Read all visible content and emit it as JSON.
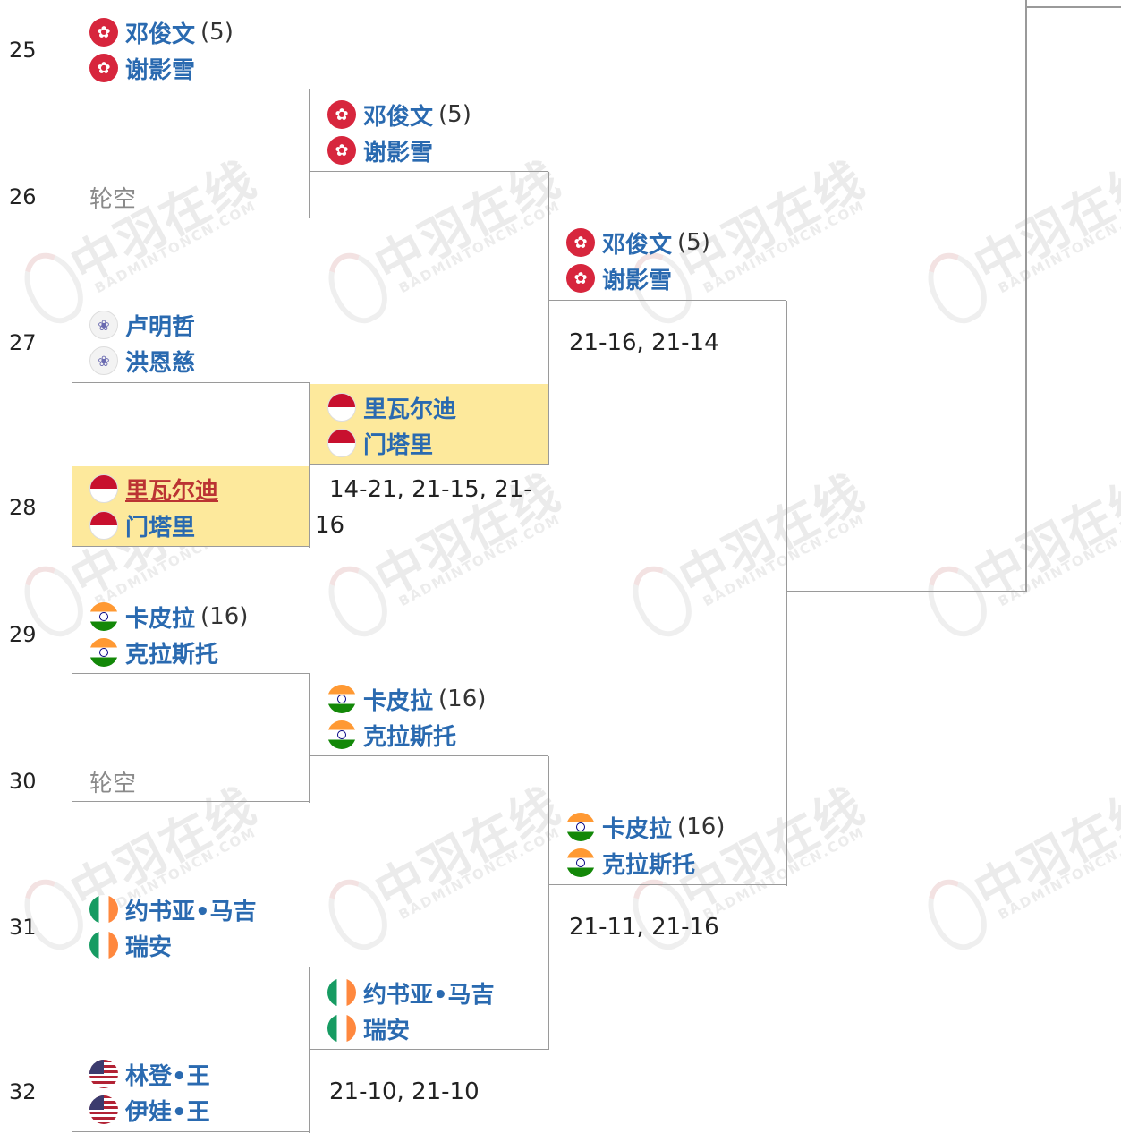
{
  "seeds": [
    "25",
    "26",
    "27",
    "28",
    "29",
    "30",
    "31",
    "32"
  ],
  "bye_label": "轮空",
  "round1": {
    "m25": {
      "p1": {
        "name": "邓俊文",
        "seed": "(5)",
        "flag": "hong-kong-flag-icon"
      },
      "p2": {
        "name": "谢影雪",
        "flag": "hong-kong-flag-icon"
      }
    },
    "m27": {
      "p1": {
        "name": "卢明哲",
        "flag": "chinese-taipei-flag-icon"
      },
      "p2": {
        "name": "洪恩慈",
        "flag": "chinese-taipei-flag-icon"
      }
    },
    "m28": {
      "p1": {
        "name": "里瓦尔迪",
        "flag": "indonesia-flag-icon"
      },
      "p2": {
        "name": "门塔里",
        "flag": "indonesia-flag-icon"
      }
    },
    "m29": {
      "p1": {
        "name": "卡皮拉",
        "seed": "(16)",
        "flag": "india-flag-icon"
      },
      "p2": {
        "name": "克拉斯托",
        "flag": "india-flag-icon"
      }
    },
    "m31": {
      "p1": {
        "name": "约书亚•马吉",
        "flag": "ireland-flag-icon"
      },
      "p2": {
        "name": "瑞安",
        "flag": "ireland-flag-icon"
      }
    },
    "m32": {
      "p1": {
        "name": "林登•王",
        "flag": "usa-flag-icon"
      },
      "p2": {
        "name": "伊娃•王",
        "flag": "usa-flag-icon"
      }
    }
  },
  "round2": {
    "a": {
      "p1": {
        "name": "邓俊文",
        "seed": "(5)"
      },
      "p2": {
        "name": "谢影雪"
      }
    },
    "b": {
      "p1": {
        "name": "里瓦尔迪"
      },
      "p2": {
        "name": "门塔里"
      },
      "score_line1": "14-21, 21-15, 21-",
      "score_line2": "16"
    },
    "c": {
      "p1": {
        "name": "卡皮拉",
        "seed": "(16)"
      },
      "p2": {
        "name": "克拉斯托"
      }
    },
    "d": {
      "p1": {
        "name": "约书亚•马吉"
      },
      "p2": {
        "name": "瑞安"
      },
      "score": "21-10, 21-10"
    }
  },
  "round3": {
    "a": {
      "p1": {
        "name": "邓俊文",
        "seed": "(5)"
      },
      "p2": {
        "name": "谢影雪"
      },
      "score": "21-16, 21-14"
    },
    "b": {
      "p1": {
        "name": "卡皮拉",
        "seed": "(16)"
      },
      "p2": {
        "name": "克拉斯托"
      },
      "score": "21-11, 21-16"
    }
  },
  "watermark": {
    "main": "中羽在线",
    "sub": "BADMINTONCN.COM"
  },
  "colors": {
    "highlight": "#fde99c",
    "link": "#2a6ab0",
    "line": "#9a9a9a"
  }
}
